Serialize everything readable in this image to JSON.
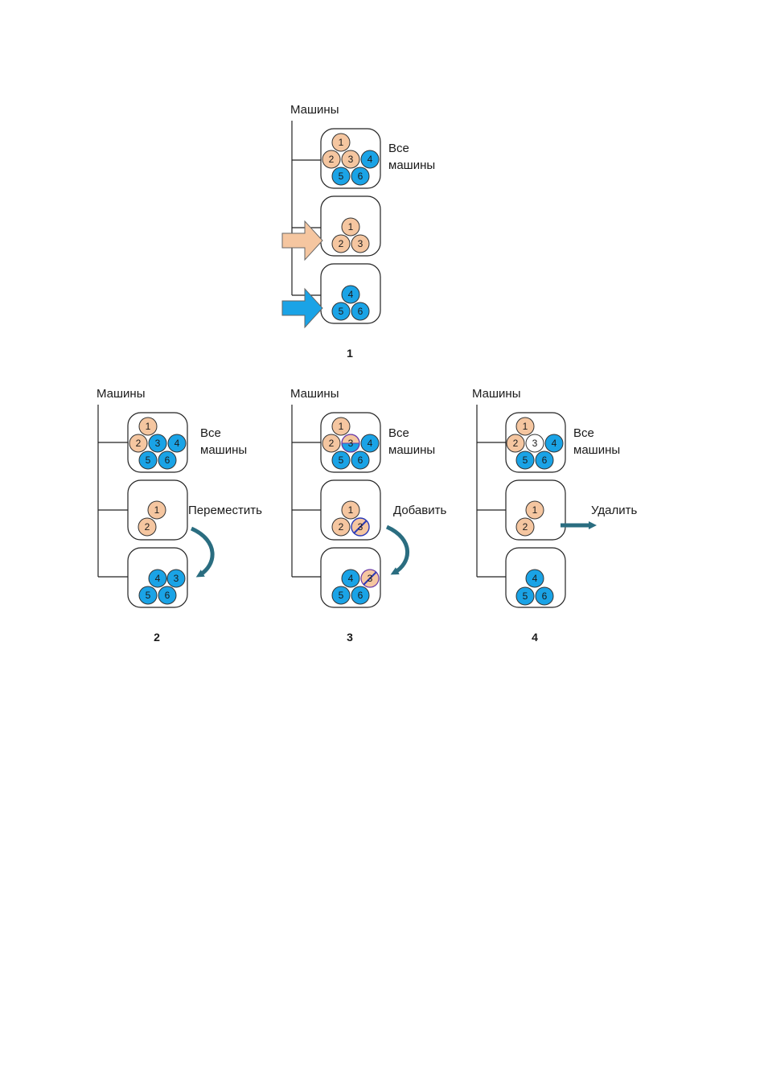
{
  "colors": {
    "orange": "#f5c6a0",
    "blue": "#1aa3e6",
    "teal_arrow": "#2a6d80",
    "outline": "#222222"
  },
  "icons": [
    "orange-arrow-icon",
    "blue-arrow-icon",
    "curved-arrow-icon",
    "right-arrow-icon"
  ],
  "labels": {
    "root": "Машины",
    "all_line1": "Все",
    "all_line2": "машины",
    "move": "Переместить",
    "add": "Добавить",
    "delete": "Удалить"
  },
  "panels": [
    {
      "caption": "1",
      "groups": [
        {
          "machines": [
            "1",
            "2",
            "3",
            "4",
            "5",
            "6"
          ]
        },
        {
          "machines": [
            "1",
            "2",
            "3"
          ]
        },
        {
          "machines": [
            "4",
            "5",
            "6"
          ]
        }
      ]
    },
    {
      "caption": "2",
      "action": "move",
      "groups": [
        {
          "machines": [
            "1",
            "2",
            "3",
            "4",
            "5",
            "6"
          ]
        },
        {
          "machines": [
            "1",
            "2"
          ]
        },
        {
          "machines": [
            "4",
            "3",
            "5",
            "6"
          ]
        }
      ]
    },
    {
      "caption": "3",
      "action": "add",
      "groups": [
        {
          "machines": [
            "1",
            "2",
            "3",
            "4",
            "5",
            "6"
          ]
        },
        {
          "machines": [
            "1",
            "2",
            "3"
          ]
        },
        {
          "machines": [
            "4",
            "3",
            "5",
            "6"
          ]
        }
      ]
    },
    {
      "caption": "4",
      "action": "delete",
      "groups": [
        {
          "machines": [
            "1",
            "2",
            "3",
            "4",
            "5",
            "6"
          ]
        },
        {
          "machines": [
            "1",
            "2"
          ]
        },
        {
          "machines": [
            "4",
            "5",
            "6"
          ]
        }
      ]
    }
  ]
}
